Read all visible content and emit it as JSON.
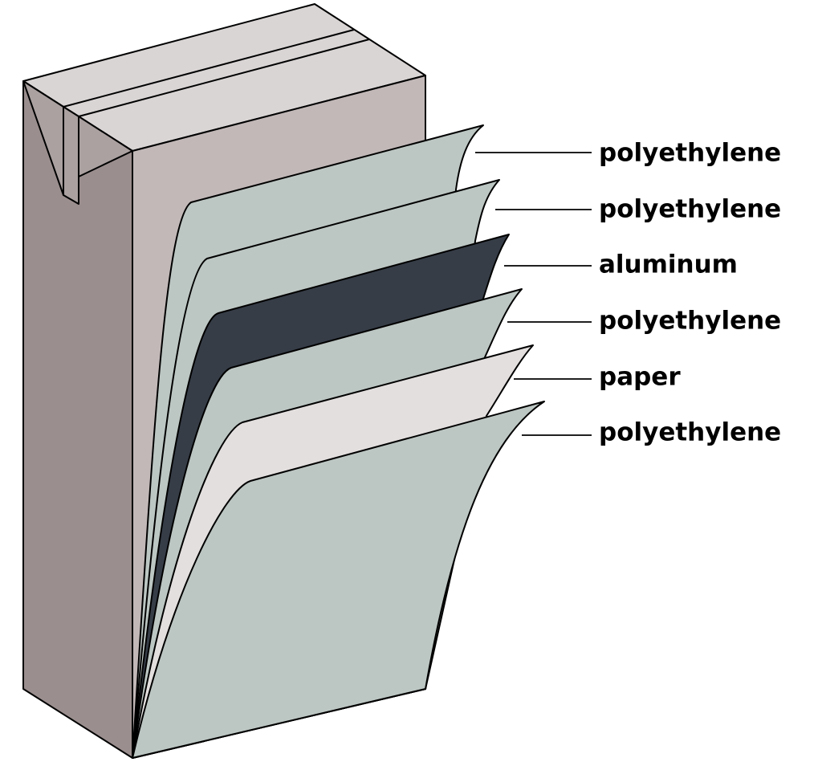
{
  "colors": {
    "carton_top": "#dad5d5",
    "carton_left": "#9b8e8e",
    "carton_front": "#c2b8b8",
    "carton_flap": "#aba1a1",
    "polyethylene": "#bcc6c2",
    "aluminum": "#363d47",
    "paper": "#e3dfde",
    "outline": "#000000"
  },
  "layers": [
    {
      "material": "polyethylene",
      "label": "polyethylene"
    },
    {
      "material": "polyethylene",
      "label": "polyethylene"
    },
    {
      "material": "aluminum",
      "label": "aluminum"
    },
    {
      "material": "polyethylene",
      "label": "polyethylene"
    },
    {
      "material": "paper",
      "label": "paper"
    },
    {
      "material": "polyethylene",
      "label": "polyethylene"
    }
  ]
}
